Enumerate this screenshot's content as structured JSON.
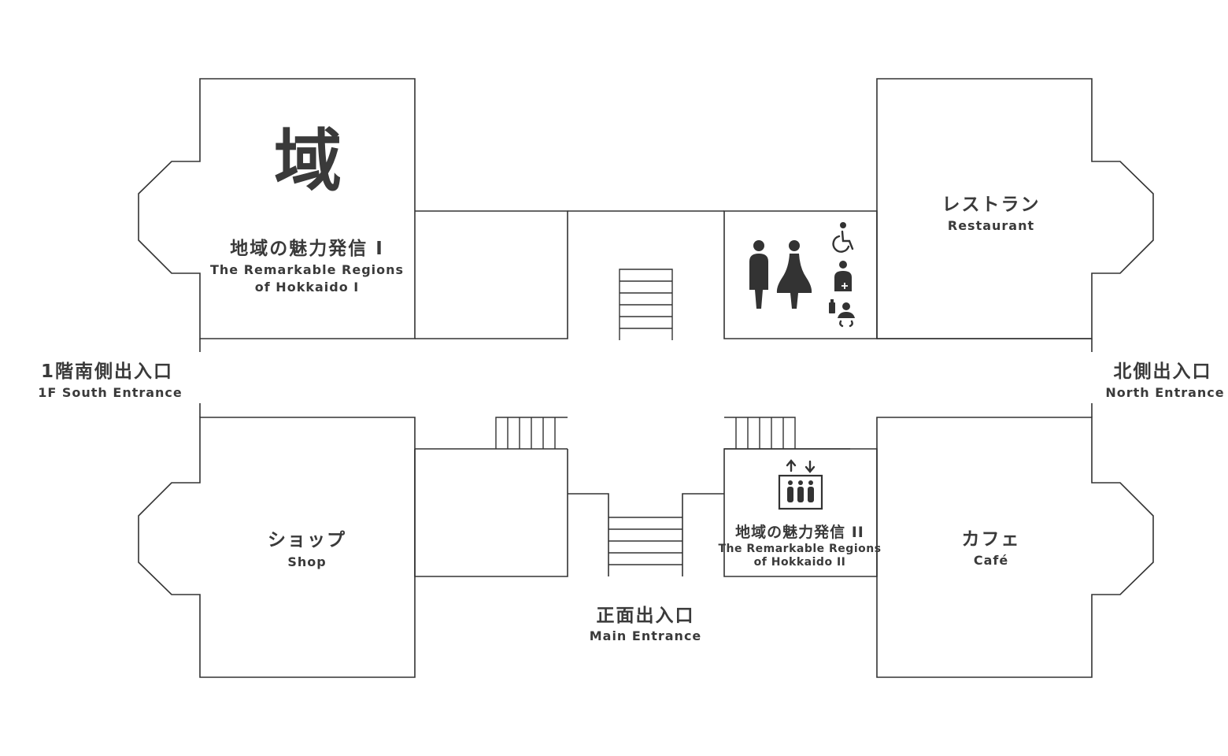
{
  "rooms": {
    "regions1": {
      "glyph": "域",
      "jp": "地域の魅力発信 I",
      "en_line1": "The Remarkable Regions",
      "en_line2": "of Hokkaido I"
    },
    "restaurant": {
      "jp": "レストラン",
      "en": "Restaurant"
    },
    "shop": {
      "jp": "ショップ",
      "en": "Shop"
    },
    "cafe": {
      "jp": "カフェ",
      "en": "Café"
    },
    "regions2": {
      "jp": "地域の魅力発信 II",
      "en_line1": "The Remarkable Regions",
      "en_line2": "of Hokkaido II"
    }
  },
  "entrances": {
    "south": {
      "jp": "1階南側出入口",
      "en": "1F South Entrance"
    },
    "north": {
      "jp": "北側出入口",
      "en": "North Entrance"
    },
    "main": {
      "jp": "正面出入口",
      "en": "Main Entrance"
    }
  },
  "icons": {
    "restroom": [
      "man-icon",
      "woman-icon",
      "wheelchair-icon",
      "multipurpose-toilet-icon",
      "baby-care-icon"
    ],
    "elevator": "elevator-icon"
  },
  "colors": {
    "lines": "#333333",
    "text": "#3a3a3a",
    "background": "#ffffff"
  }
}
